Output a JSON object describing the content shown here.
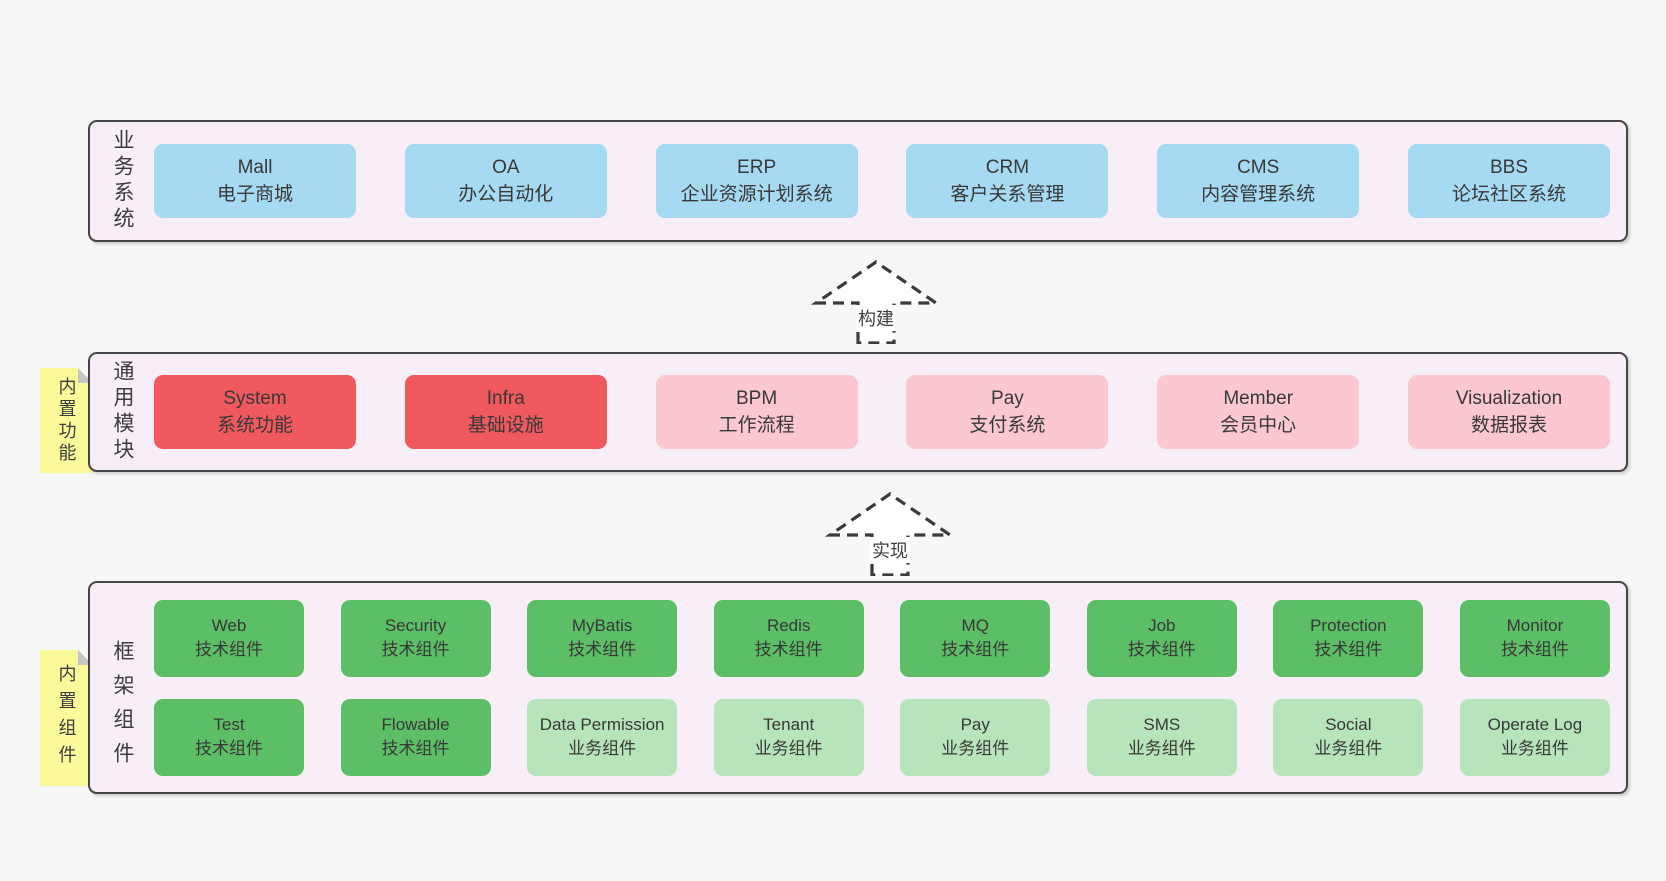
{
  "colors": {
    "page-bg": "#f7f7f7",
    "layer-bg": "#f8eef7",
    "blue": "#a6daf3",
    "red": "#f05a5f",
    "pink": "#fbc8d1",
    "green": "#5cbf66",
    "green-light": "#b8e4bc",
    "note-bg": "#fafa9b"
  },
  "arrows": [
    {
      "label": "构建"
    },
    {
      "label": "实现"
    }
  ],
  "layers": [
    {
      "label": "业务系统",
      "note": null,
      "rows": [
        [
          {
            "name": "Mall",
            "desc": "电子商城",
            "variant": "blue"
          },
          {
            "name": "OA",
            "desc": "办公自动化",
            "variant": "blue"
          },
          {
            "name": "ERP",
            "desc": "企业资源计划系统",
            "variant": "blue"
          },
          {
            "name": "CRM",
            "desc": "客户关系管理",
            "variant": "blue"
          },
          {
            "name": "CMS",
            "desc": "内容管理系统",
            "variant": "blue"
          },
          {
            "name": "BBS",
            "desc": "论坛社区系统",
            "variant": "blue"
          }
        ]
      ]
    },
    {
      "label": "通用模块",
      "note": "内置功能",
      "rows": [
        [
          {
            "name": "System",
            "desc": "系统功能",
            "variant": "red"
          },
          {
            "name": "Infra",
            "desc": "基础设施",
            "variant": "red"
          },
          {
            "name": "BPM",
            "desc": "工作流程",
            "variant": "pink"
          },
          {
            "name": "Pay",
            "desc": "支付系统",
            "variant": "pink"
          },
          {
            "name": "Member",
            "desc": "会员中心",
            "variant": "pink"
          },
          {
            "name": "Visualization",
            "desc": "数据报表",
            "variant": "pink"
          }
        ]
      ]
    },
    {
      "label": "框架组件",
      "note": "内置组件",
      "rows": [
        [
          {
            "name": "Web",
            "desc": "技术组件",
            "variant": "green"
          },
          {
            "name": "Security",
            "desc": "技术组件",
            "variant": "green"
          },
          {
            "name": "MyBatis",
            "desc": "技术组件",
            "variant": "green"
          },
          {
            "name": "Redis",
            "desc": "技术组件",
            "variant": "green"
          },
          {
            "name": "MQ",
            "desc": "技术组件",
            "variant": "green"
          },
          {
            "name": "Job",
            "desc": "技术组件",
            "variant": "green"
          },
          {
            "name": "Protection",
            "desc": "技术组件",
            "variant": "green"
          },
          {
            "name": "Monitor",
            "desc": "技术组件",
            "variant": "green"
          }
        ],
        [
          {
            "name": "Test",
            "desc": "技术组件",
            "variant": "green"
          },
          {
            "name": "Flowable",
            "desc": "技术组件",
            "variant": "green"
          },
          {
            "name": "Data Permission",
            "desc": "业务组件",
            "variant": "green-light"
          },
          {
            "name": "Tenant",
            "desc": "业务组件",
            "variant": "green-light"
          },
          {
            "name": "Pay",
            "desc": "业务组件",
            "variant": "green-light"
          },
          {
            "name": "SMS",
            "desc": "业务组件",
            "variant": "green-light"
          },
          {
            "name": "Social",
            "desc": "业务组件",
            "variant": "green-light"
          },
          {
            "name": "Operate Log",
            "desc": "业务组件",
            "variant": "green-light"
          }
        ]
      ]
    }
  ]
}
